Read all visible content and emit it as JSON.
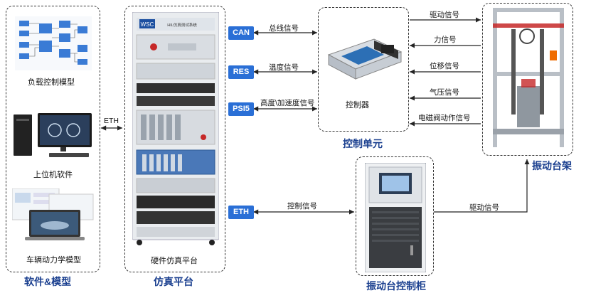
{
  "left_panel": {
    "title": "软件&模型",
    "captions": [
      "负载控制模型",
      "上位机软件",
      "车辆动力学模型"
    ]
  },
  "sim_platform": {
    "title": "仿真平台",
    "caption": "硬件仿真平台",
    "brand": "WSC",
    "screen_text": "HIL仿真测试系统"
  },
  "eth_left": "ETH",
  "interfaces": [
    {
      "tag": "CAN",
      "signal": "总线信号"
    },
    {
      "tag": "RES",
      "signal": "温度信号"
    },
    {
      "tag": "PSI5",
      "signal": "高度\\加速度信号"
    },
    {
      "tag": "ETH",
      "signal": "控制信号"
    }
  ],
  "control_unit": {
    "title": "控制单元",
    "caption": "控制器"
  },
  "rig_signals": [
    "驱动信号",
    "力信号",
    "位移信号",
    "气压信号",
    "电磁阀动作信号"
  ],
  "vibration_rig": {
    "title": "振动台架"
  },
  "vibration_cabinet": {
    "title": "振动台控制柜"
  },
  "cabinet_signal": "驱动信号",
  "colors": {
    "accent": "#2a6fd6",
    "title": "#1a3f8f"
  }
}
